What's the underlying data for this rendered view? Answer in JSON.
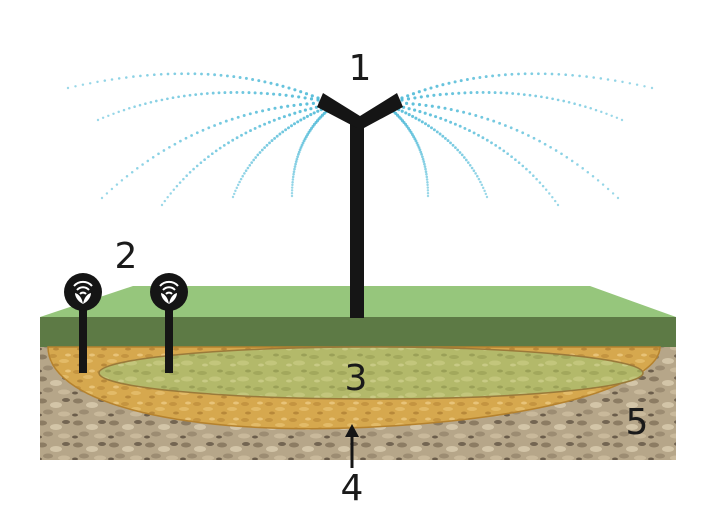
{
  "labels": {
    "sprinkler": "1",
    "sensors": "2",
    "root_zone": "3",
    "wetting_front": "4",
    "subsoil": "5"
  },
  "icons": {
    "sprinkler": "sprinkler-head-icon",
    "sensor": "soil-moisture-sensor-icon",
    "arrow": "arrow-up-icon"
  },
  "colors": {
    "background": "#ffffff",
    "grass_top": "#96c67c",
    "grass_front": "#5d7a45",
    "soil": "#b9a88a",
    "wet_zone": "#d6a84e",
    "root_zone": "#b3b96a",
    "water": "#4ab8d6",
    "structure": "#151515"
  }
}
